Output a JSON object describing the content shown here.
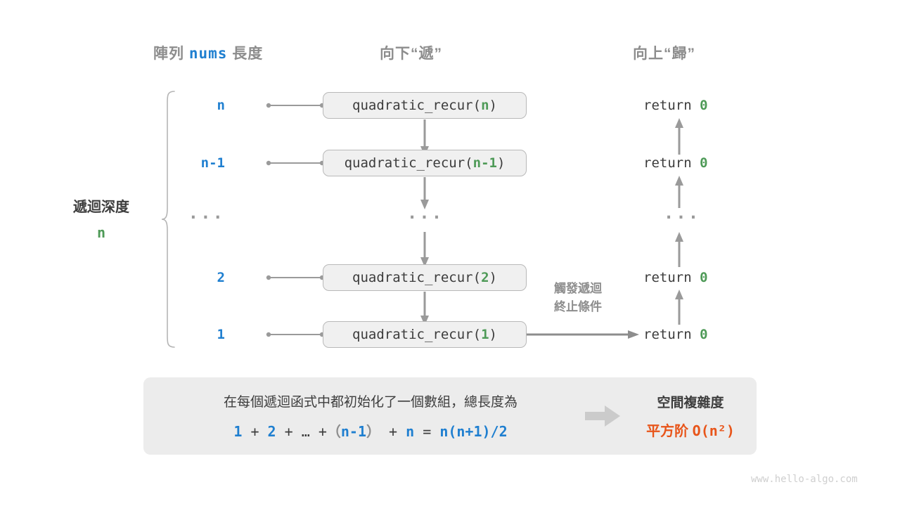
{
  "headers": {
    "left": {
      "prefix": "陣列 ",
      "code": "nums",
      "suffix": " 長度"
    },
    "down": "向下“遞”",
    "up": "向上“歸”"
  },
  "depth": {
    "label": "遞迴深度",
    "value": "n"
  },
  "rows": [
    {
      "length": "n",
      "call_prefix": "quadratic_recur(",
      "call_arg": "n",
      "call_suffix": ")",
      "return": "return ",
      "return_value": "0"
    },
    {
      "length": "n-1",
      "call_prefix": "quadratic_recur(",
      "call_arg": "n-1",
      "call_suffix": ")",
      "return": "return ",
      "return_value": "0"
    },
    {
      "length": "···",
      "call_prefix": "···",
      "call_arg": "",
      "call_suffix": "",
      "return": "···",
      "return_value": ""
    },
    {
      "length": "2",
      "call_prefix": "quadratic_recur(",
      "call_arg": "2",
      "call_suffix": ")",
      "return": "return ",
      "return_value": "0"
    },
    {
      "length": "1",
      "call_prefix": "quadratic_recur(",
      "call_arg": "1",
      "call_suffix": ")",
      "return": "return ",
      "return_value": "0"
    }
  ],
  "terminate_note": {
    "line1": "觸發遞迴",
    "line2": "終止條件"
  },
  "summary": {
    "text": "在每個遞迴函式中都初始化了一個數組，總長度為",
    "equation": {
      "t1": "1",
      "op1": "+",
      "t2": "2",
      "op2": "+",
      "ellipsis": "…",
      "op3": "+",
      "lparen": "（",
      "t3": "n-1",
      "rparen": "）",
      "op4": "+",
      "t4": "n",
      "eq": "=",
      "result": "n(n+1)/2"
    },
    "complexity_title": "空間複雜度",
    "complexity_value": "平方阶 ",
    "complexity_big_o": "O(n²)"
  },
  "watermark": "www.hello-algo.com",
  "colors": {
    "blue": "#1f7fd0",
    "green": "#4e9a57",
    "orange": "#e8551a",
    "gray": "#8d8d8d",
    "panel": "#ececec",
    "box_fill": "#f0f0f0",
    "box_border": "#b9b9b9"
  }
}
